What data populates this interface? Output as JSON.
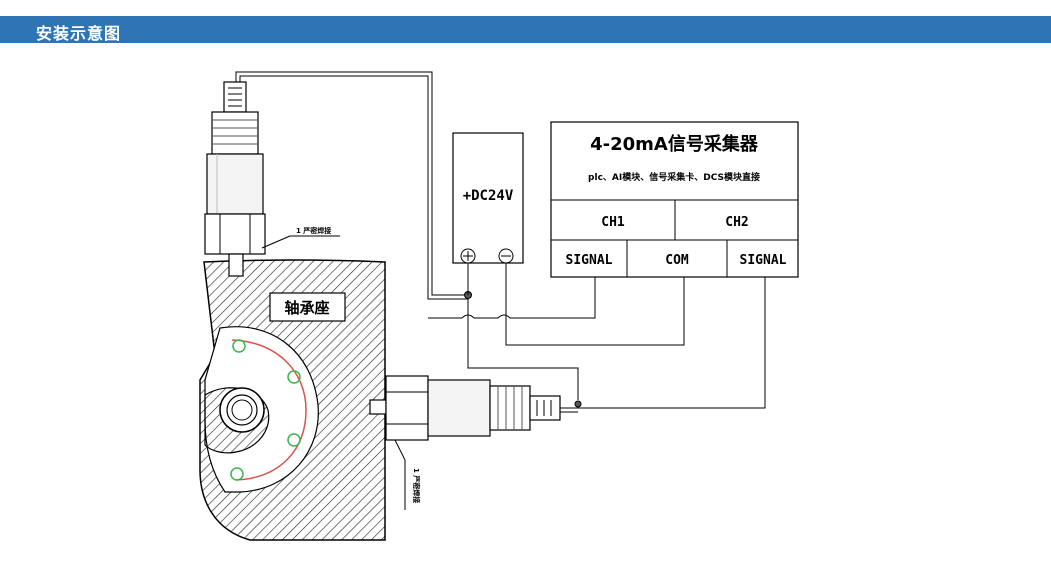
{
  "header": {
    "title": "安装示意图"
  },
  "diagram": {
    "collector": {
      "title": "4-20mA信号采集器",
      "subtitle": "plc、AI模块、信号采集卡、DCS模块直接",
      "ch1": "CH1",
      "ch2": "CH2",
      "signal1": "SIGNAL",
      "com": "COM",
      "signal2": "SIGNAL"
    },
    "power": {
      "label": "+DC24V"
    },
    "bearing_seat_label": "轴承座",
    "thread_note_top": "1 严密焊接",
    "thread_note_bottom": "1 严密焊接"
  }
}
